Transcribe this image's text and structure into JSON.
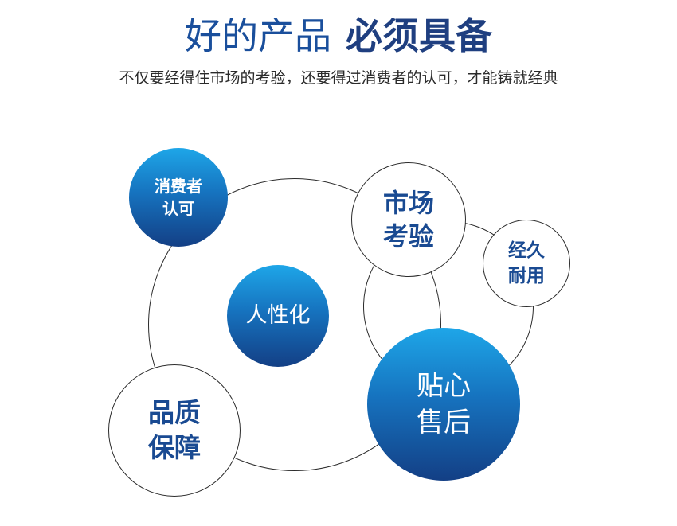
{
  "header": {
    "title_light": "好的产品",
    "title_bold": "必须具备",
    "subtitle": "不仅要经得住市场的考验，还要得过消费者的认可，才能铸就经典"
  },
  "colors": {
    "title_light": "#1a4f9c",
    "title_bold": "#1f3f80",
    "bubble_gradient_top": "#1ea6e8",
    "bubble_gradient_bottom": "#133f85",
    "outline_text": "#194a92",
    "ring_stroke": "#2b2b2b"
  },
  "diagram": {
    "bubbles": [
      {
        "id": "consumer",
        "label": "消费者\n认可",
        "style": "blue"
      },
      {
        "id": "market",
        "label": "市场\n考验",
        "style": "white"
      },
      {
        "id": "durable",
        "label": "经久\n耐用",
        "style": "white"
      },
      {
        "id": "human",
        "label": "人性化",
        "style": "blue"
      },
      {
        "id": "service",
        "label": "贴心\n售后",
        "style": "blue"
      },
      {
        "id": "quality",
        "label": "品质\n保障",
        "style": "white"
      }
    ]
  }
}
